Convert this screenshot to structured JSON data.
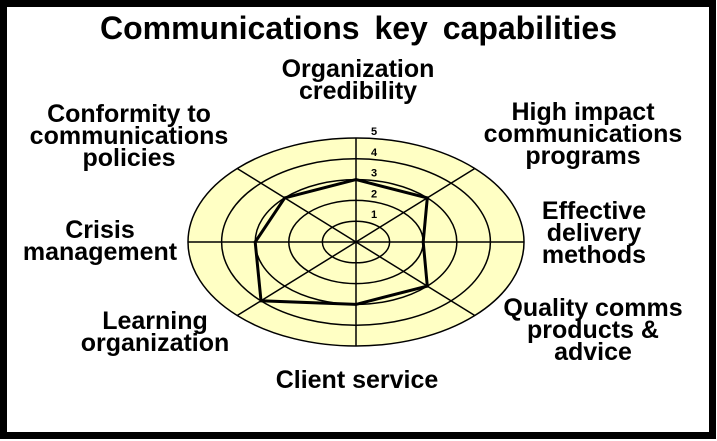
{
  "chart_data": {
    "type": "radar",
    "title": "Communications key capabilities",
    "axes": [
      "Organization credibility",
      "High impact communications programs",
      "Effective delivery methods",
      "Quality comms products & advice",
      "Client service",
      "Learning organization",
      "Crisis management",
      "Conformity to communications policies"
    ],
    "axis_label_lines": [
      [
        "Organization",
        "credibility"
      ],
      [
        "High impact",
        "communications",
        "programs"
      ],
      [
        "Effective",
        "delivery",
        "methods"
      ],
      [
        "Quality comms",
        "products &",
        "advice"
      ],
      [
        "Client service"
      ],
      [
        "Learning",
        "organization"
      ],
      [
        "Crisis",
        "management"
      ],
      [
        "Conformity to",
        "communications",
        "policies"
      ]
    ],
    "ticks": [
      "1",
      "2",
      "3",
      "4",
      "5"
    ],
    "rlim": [
      0,
      5
    ],
    "series": [
      {
        "values": [
          3,
          3,
          2,
          3,
          3,
          4,
          3,
          3
        ]
      }
    ],
    "colors": {
      "fill": "#FFFFC4",
      "grid": "#000000",
      "line": "#000000",
      "border": "#000000"
    }
  }
}
